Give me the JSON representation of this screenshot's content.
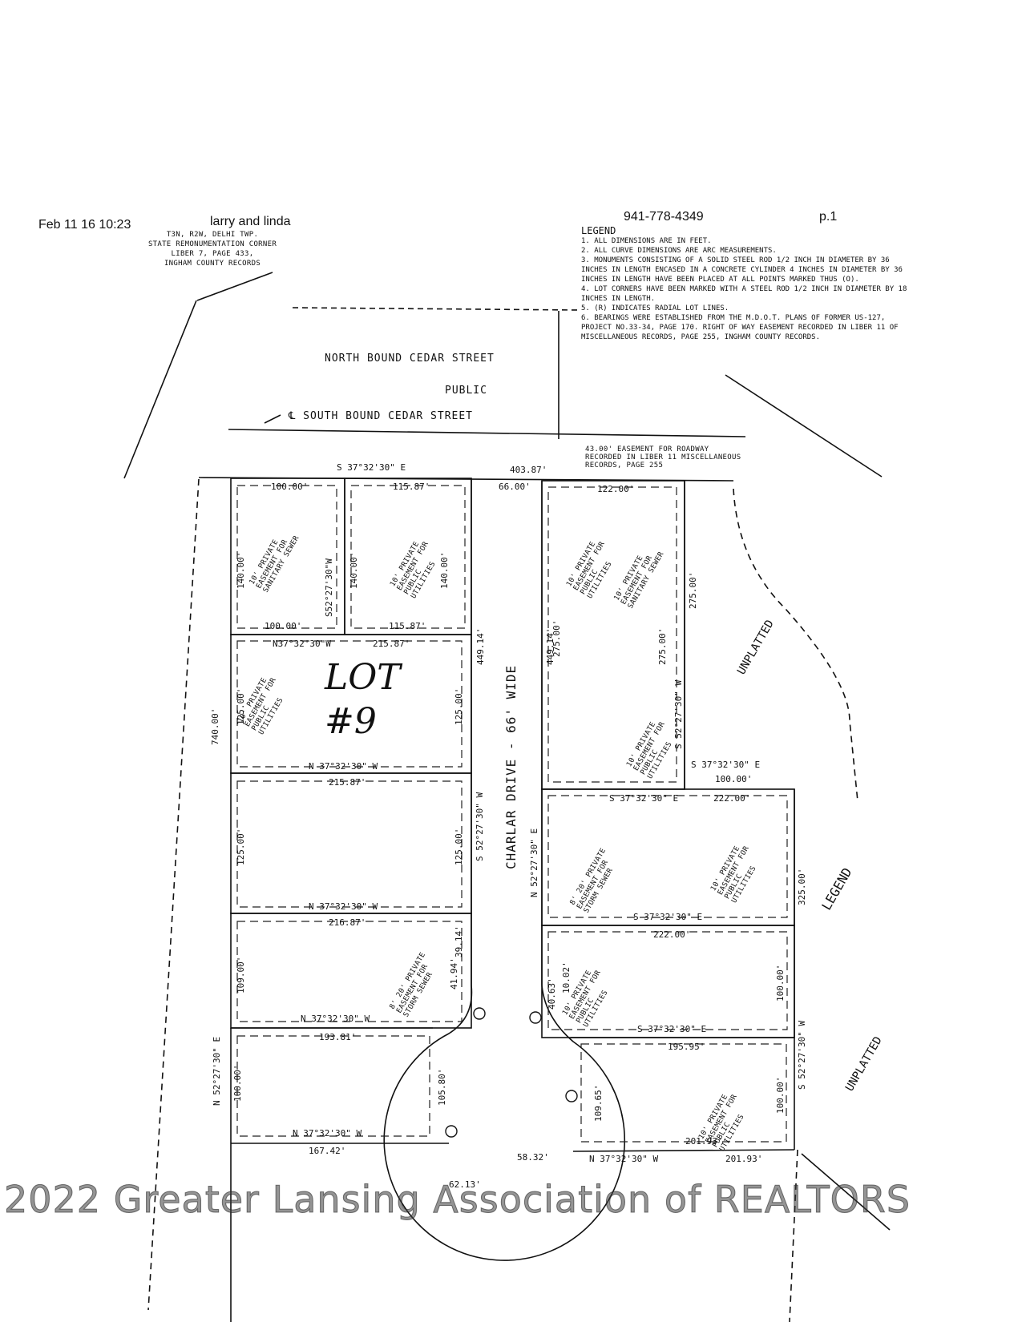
{
  "fax_header": {
    "timestamp": "Feb 11 16 10:23",
    "sender": "larry and linda",
    "phone": "941-778-4349",
    "page": "p.1"
  },
  "corner_note": [
    "T3N, R2W, DELHI TWP.",
    "STATE REMONUMENTATION CORNER",
    "LIBER 7, PAGE 433,",
    "INGHAM COUNTY RECORDS"
  ],
  "legend": {
    "title": "LEGEND",
    "items": [
      "1. ALL DIMENSIONS ARE IN FEET.",
      "2. ALL CURVE DIMENSIONS ARE ARC MEASUREMENTS.",
      "3. MONUMENTS CONSISTING OF A SOLID STEEL ROD 1/2 INCH IN DIAMETER BY 36 INCHES IN LENGTH ENCASED IN A CONCRETE CYLINDER 4 INCHES IN DIAMETER BY 36 INCHES IN LENGTH HAVE BEEN PLACED AT ALL POINTS MARKED THUS (O).",
      "4. LOT CORNERS HAVE BEEN MARKED WITH A STEEL ROD 1/2 INCH IN DIAMETER BY 18 INCHES IN LENGTH.",
      "5. (R) INDICATES RADIAL LOT LINES.",
      "6. BEARINGS WERE ESTABLISHED FROM THE M.D.O.T. PLANS OF FORMER US-127, PROJECT No.33-34, PAGE 170. RIGHT OF WAY EASEMENT RECORDED IN LIBER 11 OF MISCELLANEOUS RECORDS, PAGE 255, INGHAM COUNTY RECORDS."
    ]
  },
  "streets": {
    "north": "NORTH BOUND CEDAR STREET",
    "public": "PUBLIC",
    "south": "℄ SOUTH BOUND CEDAR STREET",
    "drive": "CHARLAR DRIVE - 66' WIDE"
  },
  "easement_note": [
    "43.00' EASEMENT FOR ROADWAY",
    "RECORDED IN LIBER 11 MISCELLANEOUS",
    "RECORDS, PAGE 255"
  ],
  "dimensions": {
    "top_bearing": "S 37°32'30\" E",
    "top_length": "403.87'",
    "top_segment": "66.00'",
    "lot_a_top": "100.00'",
    "lot_b_top": "115.87'",
    "lot_c_top": "122.00'",
    "lot_a_bottom": "100.00'",
    "lot_b_bottom": "115.87'",
    "lot9_top_bearing": "N37°32'30\"W",
    "lot9_top_length": "215.87'",
    "lot9_bottom_bearing": "N 37°32'30\" W",
    "row3_top": "215.87'",
    "row3_bottom_bearing": "N 37°32'30\" W",
    "row4_top": "216.87'",
    "row4_bottom_bearing": "N 37°32'30\" W",
    "row5_top": "193.81'",
    "row5_bottom_bearing": "N 37°32'30\" W",
    "row6_top": "167.42'",
    "right_mid_bearing": "S 37°32'30\" E",
    "right_mid_length": "100.00'",
    "right_lot_top_bearing": "S 37°32'30\" E",
    "right_lot_top_length": "222.00'",
    "right_lot_bottom_bearing": "S 37°32'30\" E",
    "right_row2_top": "222.00'",
    "right_row3_bearing": "S 37°32'30\" E",
    "right_row3_top": "195.95'",
    "right_bottom_bearing": "N 37°32'30\" W",
    "right_bottom_length": "201.93'",
    "right_bottom_inner": "201.93'",
    "v_140_a": "140.00'",
    "v_140_b": "140.00'",
    "v_140_c": "140.00'",
    "v_brg_1": "S52°27'30\"W",
    "v_125_a": "125.00'",
    "v_125_b": "125.00'",
    "v_740": "740.00'",
    "v_449": "449.14'",
    "v_275_a": "275.00'",
    "v_275_b": "275.00'",
    "v_275_c": "275.00'",
    "v_brg_right": "S 52°27'30\" W",
    "v_drive_brg": "N 52°27'30\" E",
    "v_brg_left": "S 52°27'30\" W",
    "v_325": "325.00'",
    "v_100_r": "100.00'",
    "v_100_r2": "100.00'",
    "v_brg_far_right": "S 52°27'30\" W",
    "v_brg_far_left": "N 52°27'30\" E",
    "v_100_left": "100.00'",
    "v_109": "109.00'",
    "v_105": "105.80'",
    "v_109_r": "109.65'",
    "arc_1": "41.94'",
    "arc_2": "39.14'",
    "arc_3": "40.63'",
    "arc_4": "10.02'",
    "arc_5": "58.32'",
    "arc_6": "62.13'"
  },
  "labels": {
    "unplatted_1": "UNPLATTED",
    "unplatted_2": "UNPLATTED",
    "lot_text": "LOT",
    "lot_number": "#9",
    "legend_fragment": "LEGEND",
    "easement_public_util": "10' PRIVATE EASEMENT FOR PUBLIC UTILITIES",
    "easement_sanitary": "10' PRIVATE EASEMENT FOR SANITARY SEWER",
    "easement_storm": "8' 20' PRIVATE EASEMENT FOR STORM SEWER"
  },
  "watermark": "2022 Greater Lansing Association of REALTORS"
}
